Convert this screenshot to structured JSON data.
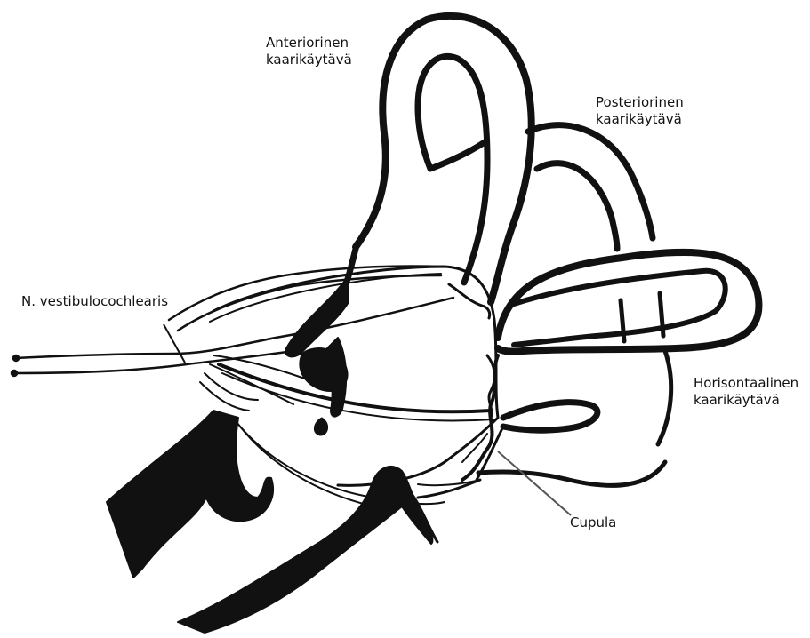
{
  "labels": {
    "anterior_canal": {
      "line1": "Anteriorinen",
      "line2": "kaarikäytävä"
    },
    "posterior_canal": {
      "line1": "Posteriorinen",
      "line2": "kaarikäytävä"
    },
    "nerve": "N. vestibulocochlearis",
    "horizontal_canal": {
      "line1": "Horisontaalinen",
      "line2": "kaarikäytävä"
    },
    "cupula": "Cupula"
  },
  "colors": {
    "ink": "#111111",
    "leader": "#555555",
    "background": "#ffffff"
  }
}
